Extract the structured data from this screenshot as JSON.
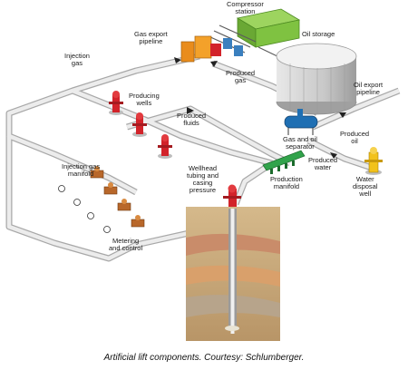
{
  "labels": {
    "compressor_station": "Compressor\nstation",
    "gas_export_pipeline": "Gas export\npipeline",
    "oil_storage": "Oil storage",
    "injection_gas": "Injection\ngas",
    "produced_gas": "Produced\ngas",
    "producing_wells": "Producing\nwells",
    "produced_fluids": "Produced\nfluids",
    "oil_export_pipeline": "Oil export\npipeline",
    "produced_oil": "Produced\noil",
    "gas_oil_separator": "Gas and oil\nseparator",
    "produced_water": "Produced\nwater",
    "injection_gas_manifold": "Injection gas\nmanifold",
    "wellhead": "Wellhead\ntubing and\ncasing\npressure",
    "production_manifold": "Production\nmanifold",
    "water_disposal_well": "Water\ndisposal\nwell",
    "metering_control": "Metering\nand control"
  },
  "caption": "Artificial lift components. Courtesy: Schlumberger.",
  "colors": {
    "pipe": "#e6e6e6",
    "pipe_edge": "#a8a8a8",
    "compressor_green": "#7fc241",
    "gas_orange": "#f3a12a",
    "wellhead_red": "#d2232a",
    "separator_blue": "#1f6fb3",
    "manifold_green": "#31a34b",
    "tank_gray": "#cfcfcf",
    "disposal_yellow": "#f2c21b",
    "valve_brown": "#b8672a",
    "ground_tan": "#c9a878"
  }
}
